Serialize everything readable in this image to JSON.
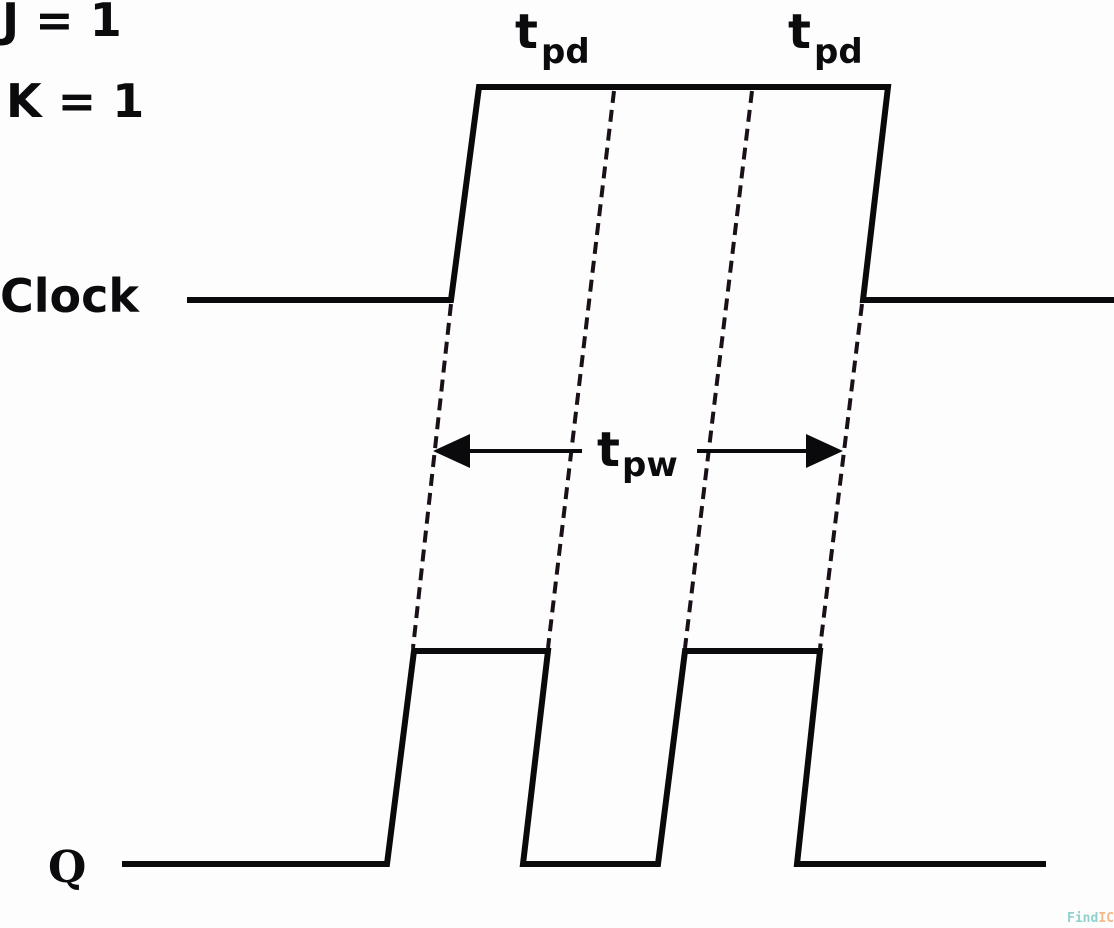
{
  "title": "JK flip-flop toggle timing diagram (race-around condition)",
  "conditions": {
    "j_label": "J = 1",
    "k_label": "K = 1"
  },
  "signals": {
    "clock_label": "Clock",
    "q_label": "Q"
  },
  "annotations": {
    "tpd_left": {
      "main": "t",
      "sub": "pd"
    },
    "tpd_right": {
      "main": "t",
      "sub": "pd"
    },
    "tpw": {
      "main": "t",
      "sub": "pw"
    }
  },
  "description": {
    "clock_pulses": 1,
    "q_toggles_during_pulse": 4,
    "q_pulses": 2
  },
  "colors": {
    "line": "#0a0a0c",
    "background": "#fdfdfe",
    "watermark_primary": "#8fd2cc",
    "watermark_accent": "#f2b98a"
  },
  "watermark": {
    "part1": "Find",
    "part2": "IC"
  }
}
